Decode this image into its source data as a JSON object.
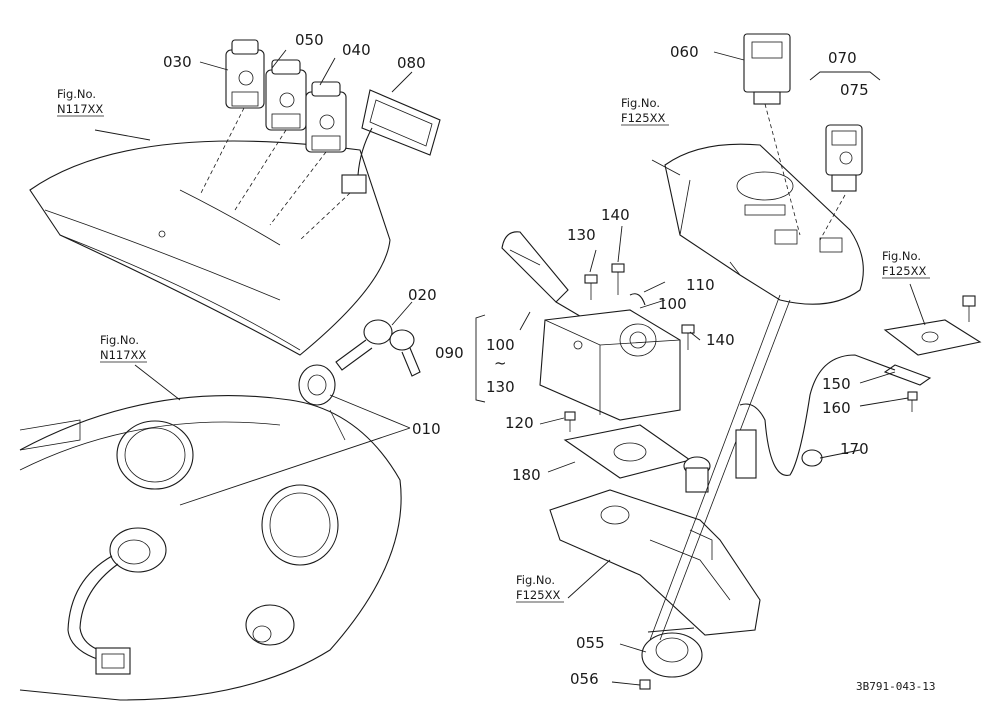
{
  "callouts": {
    "p030": "030",
    "p050": "050",
    "p040": "040",
    "p080": "080",
    "p020": "020",
    "p010": "010",
    "p060": "060",
    "p070": "070",
    "p075": "075",
    "p130": "130",
    "p140a": "140",
    "p110": "110",
    "p100": "100",
    "p140b": "140",
    "p090": "090",
    "p100r": "100",
    "ptilde": "~",
    "p130r": "130",
    "p120": "120",
    "p180": "180",
    "p150": "150",
    "p160": "160",
    "p170": "170",
    "p055": "055",
    "p056": "056"
  },
  "fig_refs": {
    "ref1_l1": "Fig.No.",
    "ref1_l2": "N117XX",
    "ref2_l1": "Fig.No.",
    "ref2_l2": "N117XX",
    "ref3_l1": "Fig.No.",
    "ref3_l2": "F125XX",
    "ref4_l1": "Fig.No.",
    "ref4_l2": "F125XX",
    "ref5_l1": "Fig.No.",
    "ref5_l2": "F125XX"
  },
  "drawing_code": "3B791-043-13"
}
